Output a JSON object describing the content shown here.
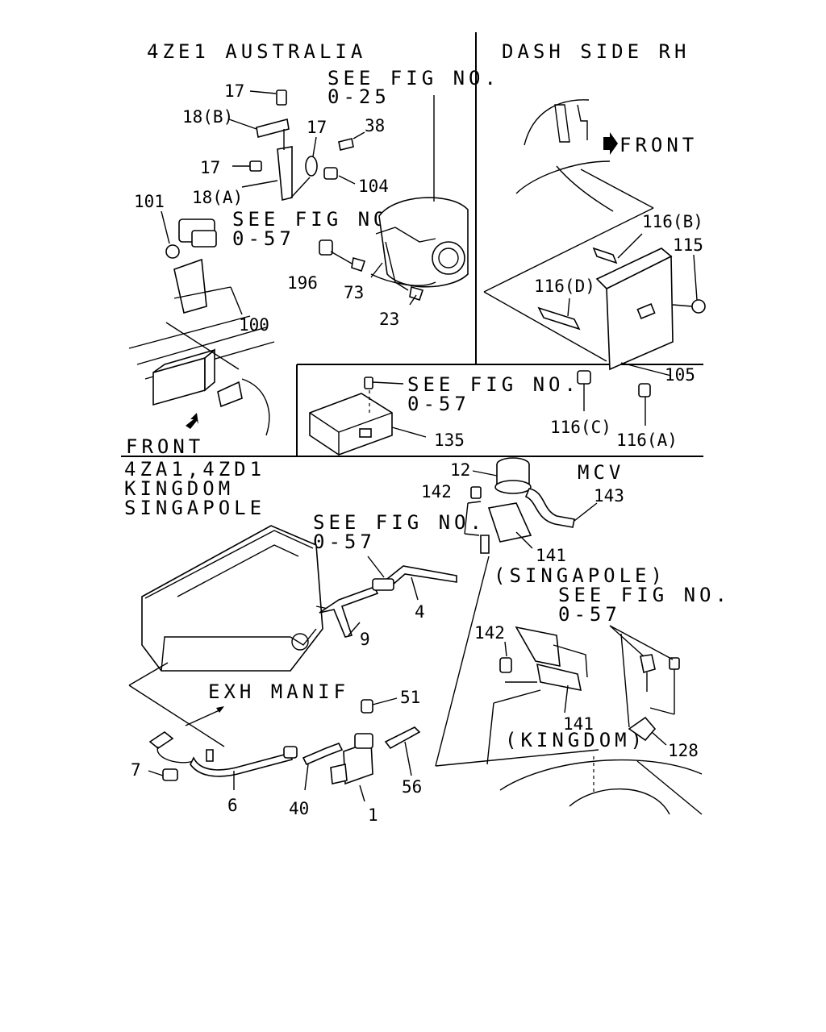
{
  "sections": {
    "top_left_title": "4ZE1 AUSTRALIA",
    "top_right_title": "DASH SIDE RH",
    "bottom_left_title_1": "4ZA1,4ZD1",
    "bottom_left_title_2": "KINGDOM",
    "bottom_left_title_3": "SINGAPOLE"
  },
  "references": {
    "see_fig": "SEE FIG NO.",
    "ref_025": "0-25",
    "ref_057": "0-57"
  },
  "directions": {
    "front": "FRONT"
  },
  "annotations": {
    "mcv": "MCV",
    "singapole": "(SINGAPOLE)",
    "kingdom": "(KINGDOM)",
    "exh_manif": "EXH MANIF"
  },
  "parts": {
    "p17": "17",
    "p18b": "18(B)",
    "p18a": "18(A)",
    "p38": "38",
    "p104": "104",
    "p101": "101",
    "p196": "196",
    "p73": "73",
    "p23": "23",
    "p100": "100",
    "p116b": "116(B)",
    "p115": "115",
    "p116d": "116(D)",
    "p105": "105",
    "p116c": "116(C)",
    "p116a": "116(A)",
    "p135": "135",
    "p12": "12",
    "p142": "142",
    "p143": "143",
    "p141": "141",
    "p4": "4",
    "p9": "9",
    "p51": "51",
    "p7": "7",
    "p6": "6",
    "p40": "40",
    "p1": "1",
    "p56": "56",
    "p128": "128"
  }
}
